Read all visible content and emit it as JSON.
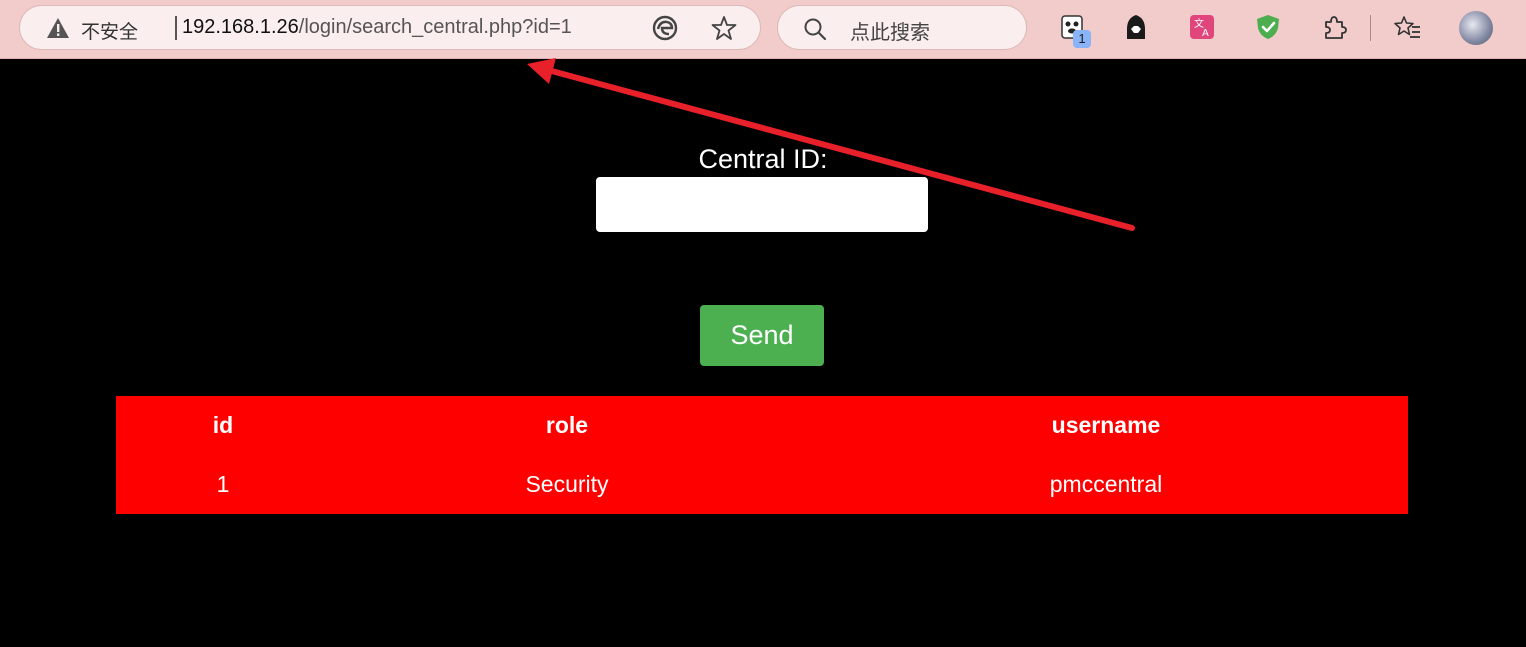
{
  "browser": {
    "security_label": "不安全",
    "url_host": "192.168.1.26",
    "url_path": "/login/search_central.php?id=1",
    "search_placeholder": "点此搜索",
    "extension_badge": "1"
  },
  "form": {
    "central_label": "Central ID:",
    "central_value": "",
    "send_label": "Send"
  },
  "table": {
    "headers": [
      "id",
      "role",
      "username"
    ],
    "rows": [
      [
        "1",
        "Security",
        "pmccentral"
      ]
    ],
    "background_color": "#ff0000"
  },
  "colors": {
    "toolbar": "#f2cbcb",
    "send_button": "#4caf50",
    "annotation_arrow": "#e8202a"
  },
  "icons": [
    "warning-icon",
    "edge-icon",
    "star-icon",
    "search-icon",
    "extension-icon",
    "puzzle-icon",
    "favorites-icon"
  ]
}
